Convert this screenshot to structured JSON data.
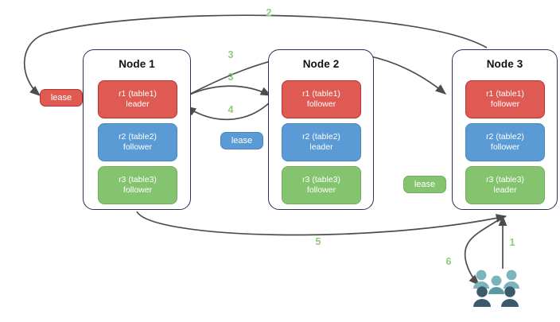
{
  "diagram": {
    "title": "distributed-cluster-lease-diagram",
    "colors": {
      "red": "#de5a53",
      "red_border": "#c0302b",
      "blue": "#5b9bd5",
      "blue_border": "#4a86bd",
      "green": "#85c46f",
      "green_border": "#6fae5b",
      "node_border": "#27335c",
      "arrow": "#4d4d4d",
      "step_label": "#8fc980",
      "users_light": "#7ab5bc",
      "users_dark": "#3d5a6c"
    }
  },
  "nodes": [
    {
      "id": "node1",
      "title": "Node 1",
      "replicas": [
        {
          "name": "r1 (table1)",
          "role": "leader",
          "color": "red"
        },
        {
          "name": "r2 (table2)",
          "role": "follower",
          "color": "blue"
        },
        {
          "name": "r3 (table3)",
          "role": "follower",
          "color": "green"
        }
      ]
    },
    {
      "id": "node2",
      "title": "Node 2",
      "replicas": [
        {
          "name": "r1 (table1)",
          "role": "follower",
          "color": "red"
        },
        {
          "name": "r2 (table2)",
          "role": "leader",
          "color": "blue"
        },
        {
          "name": "r3 (table3)",
          "role": "follower",
          "color": "green"
        }
      ]
    },
    {
      "id": "node3",
      "title": "Node 3",
      "replicas": [
        {
          "name": "r1 (table1)",
          "role": "follower",
          "color": "red"
        },
        {
          "name": "r2 (table2)",
          "role": "follower",
          "color": "blue"
        },
        {
          "name": "r3 (table3)",
          "role": "leader",
          "color": "green"
        }
      ]
    }
  ],
  "leases": [
    {
      "id": "lease-table1",
      "label": "lease",
      "color": "red"
    },
    {
      "id": "lease-table2",
      "label": "lease",
      "color": "blue"
    },
    {
      "id": "lease-table3",
      "label": "lease",
      "color": "green"
    }
  ],
  "steps": [
    {
      "id": "step-1",
      "label": "1"
    },
    {
      "id": "step-2",
      "label": "2"
    },
    {
      "id": "step-3a",
      "label": "3"
    },
    {
      "id": "step-3b",
      "label": "3"
    },
    {
      "id": "step-4",
      "label": "4"
    },
    {
      "id": "step-5",
      "label": "5"
    },
    {
      "id": "step-6",
      "label": "6"
    }
  ],
  "actors": {
    "users_icon": "users-group-icon"
  }
}
